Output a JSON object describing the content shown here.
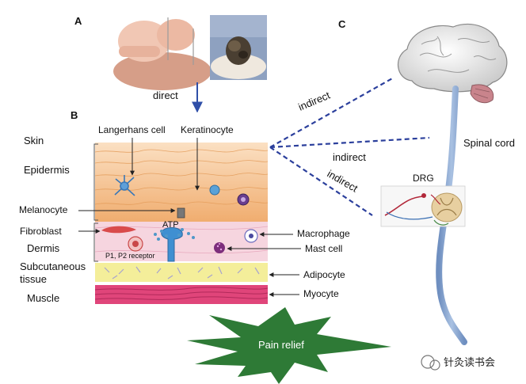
{
  "panels": {
    "a": "A",
    "b": "B",
    "c": "C"
  },
  "arrows": {
    "direct": "direct",
    "indirect": "indirect"
  },
  "skin": {
    "heading": "Skin",
    "layers": [
      "Epidermis",
      "Dermis",
      "Subcutaneous",
      "tissue",
      "Muscle"
    ]
  },
  "cells": {
    "langerhans": "Langerhans cell",
    "keratinocyte": "Keratinocyte",
    "melanocyte": "Melanocyte",
    "fibroblast": "Fibroblast",
    "atp": "ATP",
    "receptor": "P1, P2 receptor",
    "macrophage": "Macrophage",
    "mast": "Mast cell",
    "adipocyte": "Adipocyte",
    "myocyte": "Myocyte"
  },
  "nervous": {
    "drg": "DRG",
    "spinal": "Spinal cord"
  },
  "outcome": "Pain relief",
  "watermark": "针灸读书会",
  "colors": {
    "arrow_blue": "#2f4fa8",
    "dashed_blue": "#2b3f9c",
    "starburst_green": "#2e7a36",
    "spinal_blue": "#8aa6cf",
    "muscle_pink": "#e0457a",
    "adipose_yellow": "#f4ee9a",
    "epidermis_orange": "#f2b57e"
  }
}
